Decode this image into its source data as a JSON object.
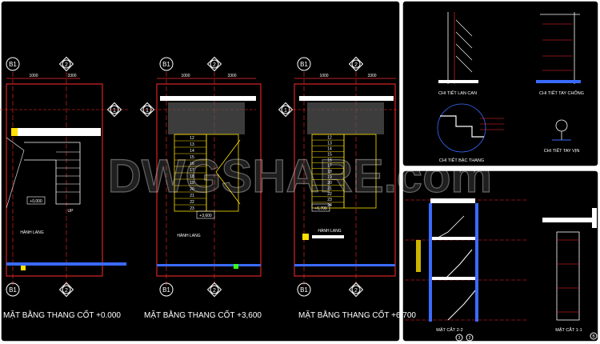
{
  "watermark": "DWGSHARE.com",
  "plans": [
    {
      "caption": "MẶT BẰNG THANG CỐT +0.000",
      "axis_b": "B1",
      "axis_num": "2",
      "axis_row": "1",
      "level_tag": "+0,000",
      "room_label": "HÀNH LANG",
      "up_label": "UP",
      "dim_left": "1000",
      "dim_right": "3300",
      "steps": []
    },
    {
      "caption": "MẶT BẰNG THANG CỐT +3,600",
      "axis_b": "B1",
      "axis_num": "2",
      "axis_row": "1",
      "level_tag": "+3,600",
      "room_label": "HÀNH LANG",
      "up_label": "",
      "dim_left": "1000",
      "dim_right": "3300",
      "steps": [
        "12",
        "13",
        "14",
        "15",
        "16",
        "17",
        "18",
        "19",
        "20",
        "21",
        "22",
        "23"
      ]
    },
    {
      "caption": "MẶT BẰNG THANG CỐT +6,700",
      "axis_b": "B1",
      "axis_num": "2",
      "axis_row": "1",
      "level_tag": "+6,700",
      "room_label": "HÀNH LANG",
      "up_label": "",
      "dim_left": "1000",
      "dim_right": "3300",
      "steps": [
        "12",
        "13",
        "14",
        "15",
        "16",
        "17",
        "18",
        "19",
        "20",
        "21",
        "22",
        "23",
        "24"
      ]
    }
  ],
  "details": {
    "lan_can": "CHI TIẾT LAN CAN",
    "tay_chong": "CHI TIẾT TAY CHỐNG",
    "bac_thang": "CHI TIẾT BẬC THANG",
    "tay_vin": "CHI TIẾT TAY VỊN"
  },
  "sections": {
    "left_caption": "MẶT CẮT 2-2",
    "right_caption": "MẶT CẮT 1-1",
    "axis_a": "3",
    "axis_b": "2",
    "axis_c": "B"
  },
  "colors": {
    "bg": "#000000",
    "frame": "#ffffff",
    "wall": "#ff2a2a",
    "stair": "#ffe000",
    "cyan": "#00e5ff",
    "green": "#39ff14",
    "blue": "#3a6bff"
  }
}
